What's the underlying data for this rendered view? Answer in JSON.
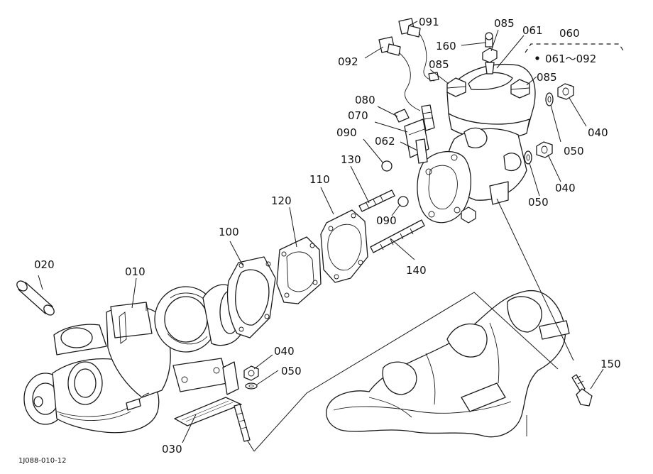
{
  "diagram_code": "1J088-010-12",
  "range_note": "061～092",
  "callouts": {
    "c010": "010",
    "c020": "020",
    "c030": "030",
    "c040a": "040",
    "c040b": "040",
    "c040c": "040",
    "c050a": "050",
    "c050b": "050",
    "c050c": "050",
    "c060": "060",
    "c061": "061",
    "c062": "062",
    "c070": "070",
    "c080": "080",
    "c085a": "085",
    "c085b": "085",
    "c085c": "085",
    "c090a": "090",
    "c090b": "090",
    "c091": "091",
    "c092": "092",
    "c100": "100",
    "c110": "110",
    "c120": "120",
    "c130": "130",
    "c140": "140",
    "c150": "150",
    "c160": "160"
  }
}
